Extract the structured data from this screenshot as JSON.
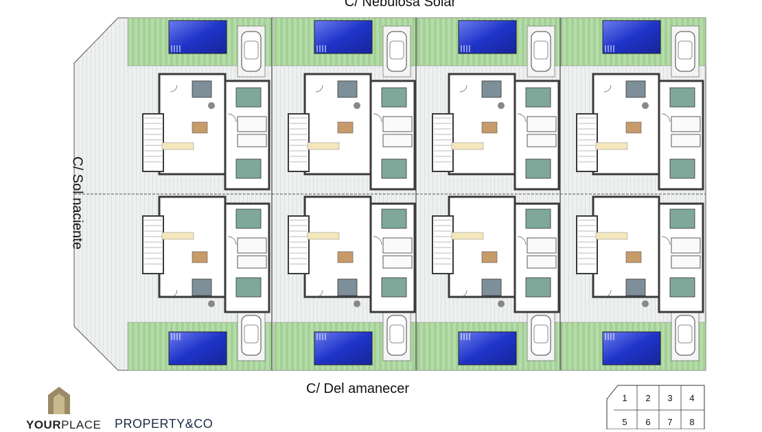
{
  "streets": {
    "top": "C/ Nebulosa Solar",
    "bottom": "C/ Del amanecer",
    "left": "C/ Sol naciente"
  },
  "logos": {
    "yourplace_bold": "YOUR",
    "yourplace_light": "PLACE",
    "property": "PROPERTY&CO"
  },
  "unit_key": {
    "row1": [
      "1",
      "2",
      "3",
      "4"
    ],
    "row2": [
      "5",
      "6",
      "7",
      "8"
    ]
  },
  "colors": {
    "garden": "#a9d49c",
    "terrace": "#e9ecec",
    "pool": "#1f34c8",
    "wall": "#3a3a3a",
    "bed": "#7fa89a",
    "kitchen": "#f3e7bb"
  }
}
